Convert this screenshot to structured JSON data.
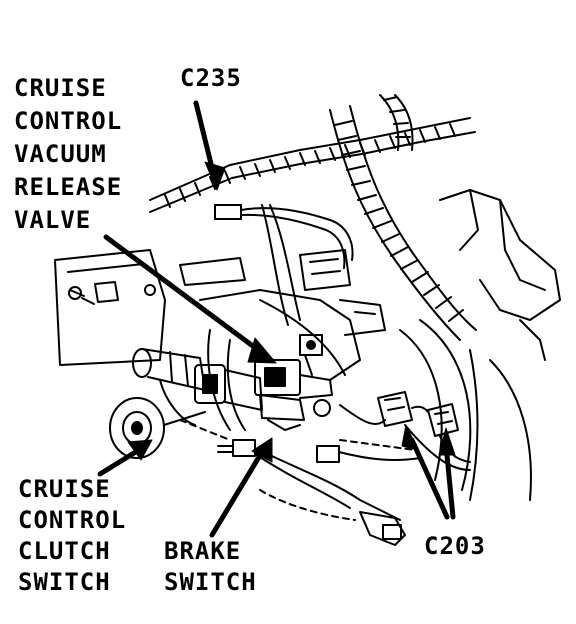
{
  "labels": {
    "vacuum_valve": [
      "CRUISE",
      "CONTROL",
      "VACUUM",
      "RELEASE",
      "VALVE"
    ],
    "c235": "C235",
    "clutch_switch": [
      "CRUISE",
      "CONTROL",
      "CLUTCH",
      "SWITCH"
    ],
    "brake_switch": [
      "BRAKE",
      "SWITCH"
    ],
    "c203": "C203"
  },
  "colors": {
    "ink": "#000000",
    "paper": "#ffffff"
  }
}
